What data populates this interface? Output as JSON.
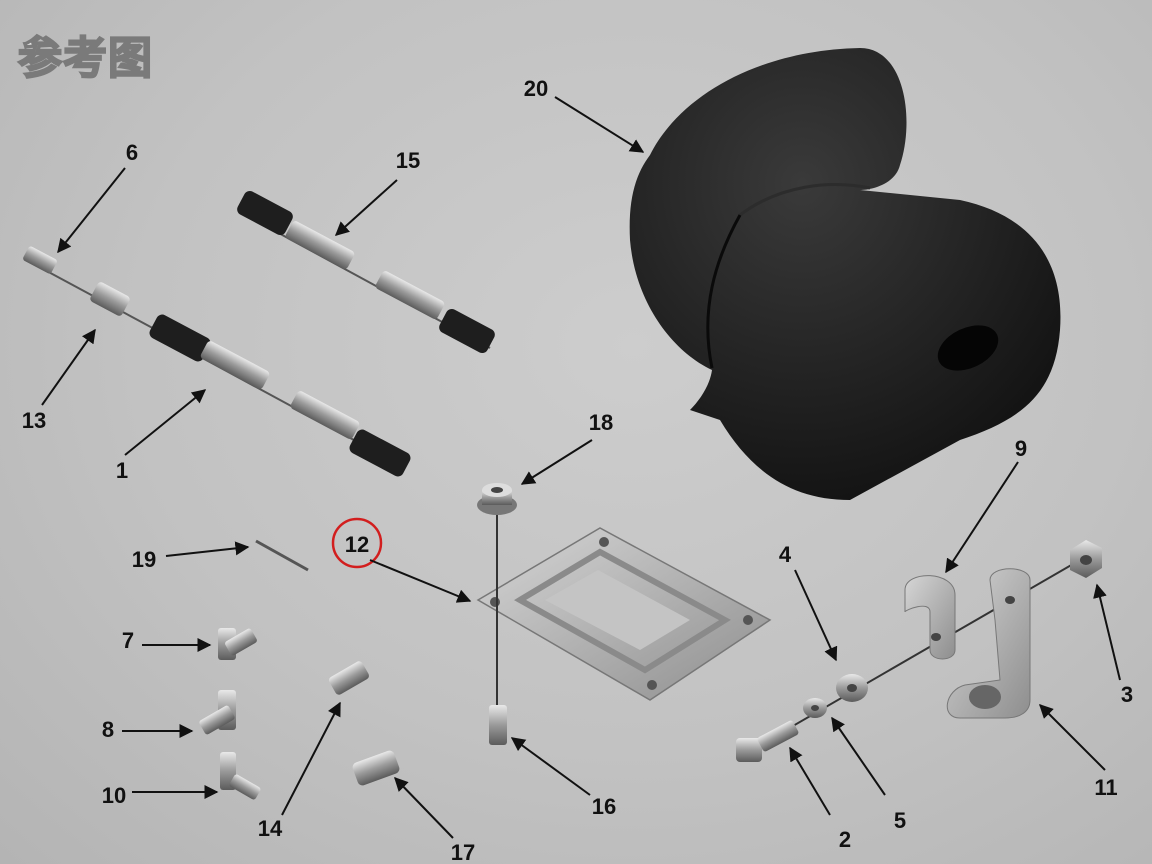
{
  "title": "参考图",
  "labels": {
    "l1": "1",
    "l2": "2",
    "l3": "3",
    "l4": "4",
    "l5": "5",
    "l6": "6",
    "l7": "7",
    "l8": "8",
    "l9": "9",
    "l10": "10",
    "l11": "11",
    "l12": "12",
    "l13": "13",
    "l14": "14",
    "l15": "15",
    "l16": "16",
    "l17": "17",
    "l18": "18",
    "l19": "19",
    "l20": "20"
  },
  "highlight": {
    "label": "12",
    "color": "#d21e1e"
  },
  "colors": {
    "metal": "#a9a9a9",
    "rubber": "#1c1c1c",
    "arrow": "#111111"
  }
}
